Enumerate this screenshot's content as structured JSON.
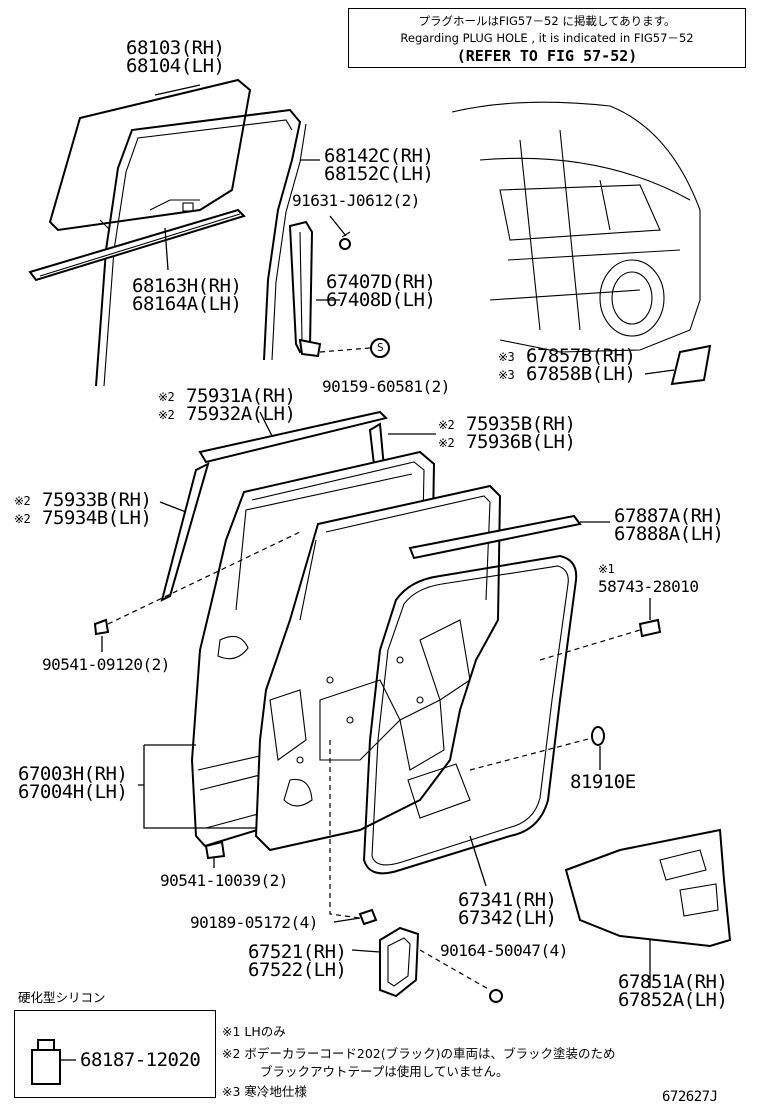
{
  "header_note": {
    "japanese": "プラグホールはFIG57－52 に掲載してあります。",
    "english": "Regarding PLUG HOLE , it is indicated in FIG57－52",
    "refer": "(REFER TO FIG 57-52)"
  },
  "parts": {
    "p68103": "68103(RH)",
    "p68104": "68104(LH)",
    "p68142": "68142C(RH)",
    "p68152": "68152C(LH)",
    "p91631": "91631-J0612(2)",
    "p68163": "68163H(RH)",
    "p68164": "68164A(LH)",
    "p67407": "67407D(RH)",
    "p67408": "67408D(LH)",
    "p90159": "90159-60581(2)",
    "p67857": "67857B(RH)",
    "p67858": "67858B(LH)",
    "p75931": "75931A(RH)",
    "p75932": "75932A(LH)",
    "p75935": "75935B(RH)",
    "p75936": "75936B(LH)",
    "p75933": "75933B(RH)",
    "p75934": "75934B(LH)",
    "p67887": "67887A(RH)",
    "p67888": "67888A(LH)",
    "p58743": "58743-28010",
    "p90541a": "90541-09120(2)",
    "p67003": "67003H(RH)",
    "p67004": "67004H(LH)",
    "p81910": "81910E",
    "p90541b": "90541-10039(2)",
    "p67341": "67341(RH)",
    "p67342": "67342(LH)",
    "p90189": "90189-05172(4)",
    "p67521": "67521(RH)",
    "p67522": "67522(LH)",
    "p90164": "90164-50047(4)",
    "p67851": "67851A(RH)",
    "p67852": "67852A(LH)",
    "p68187": "68187-12020"
  },
  "marks": {
    "m2": "※2",
    "m3": "※3",
    "m1": "※1",
    "s_symbol": "S"
  },
  "silicone_title": "硬化型シリコン",
  "footnotes": {
    "n1": "※1 LHのみ",
    "n2a": "※2 ボデーカラーコード202(ブラック)の車両は、ブラック塗装のため",
    "n2b": "ブラックアウトテープは使用していません。",
    "n3": "※3 寒冷地仕様"
  },
  "figure_id": "672627J"
}
